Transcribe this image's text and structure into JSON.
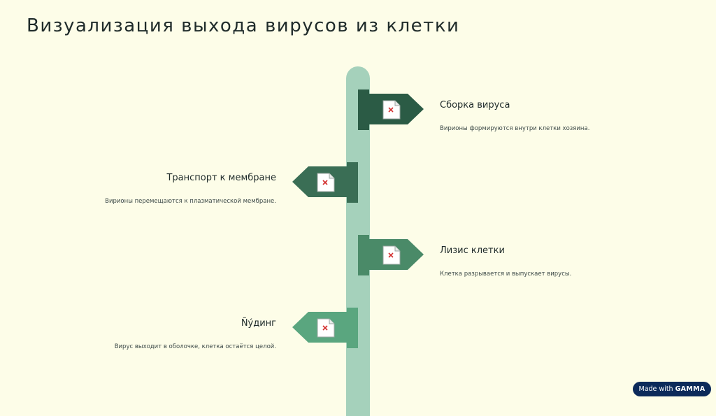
{
  "title": "Визуализация выхода вирусов из клетки",
  "steps": [
    {
      "title": "Сборка вируса",
      "description": "Вирионы формируются внутри клетки хозяина.",
      "side": "right",
      "color": "#2b5b45"
    },
    {
      "title": "Транспорт к мембране",
      "description": "Вирионы перемещаются к плазматической мембране.",
      "side": "left",
      "color": "#3a6e55"
    },
    {
      "title": "Лизис клетки",
      "description": "Клетка разрывается и выпускает вирусы.",
      "side": "right",
      "color": "#4a8a68"
    },
    {
      "title": "Ñýдинг",
      "description": "Вирус выходит в оболочке, клетка остаётся целой.",
      "side": "left",
      "color": "#5aa67f"
    }
  ],
  "icons": {
    "marker_icon": "broken-image-icon"
  },
  "badge": {
    "prefix": "Made with",
    "brand": "GAMMA"
  },
  "colors": {
    "background": "#fdfde8",
    "spine": "#a5d1bb",
    "badge": "#0c2a5a"
  }
}
